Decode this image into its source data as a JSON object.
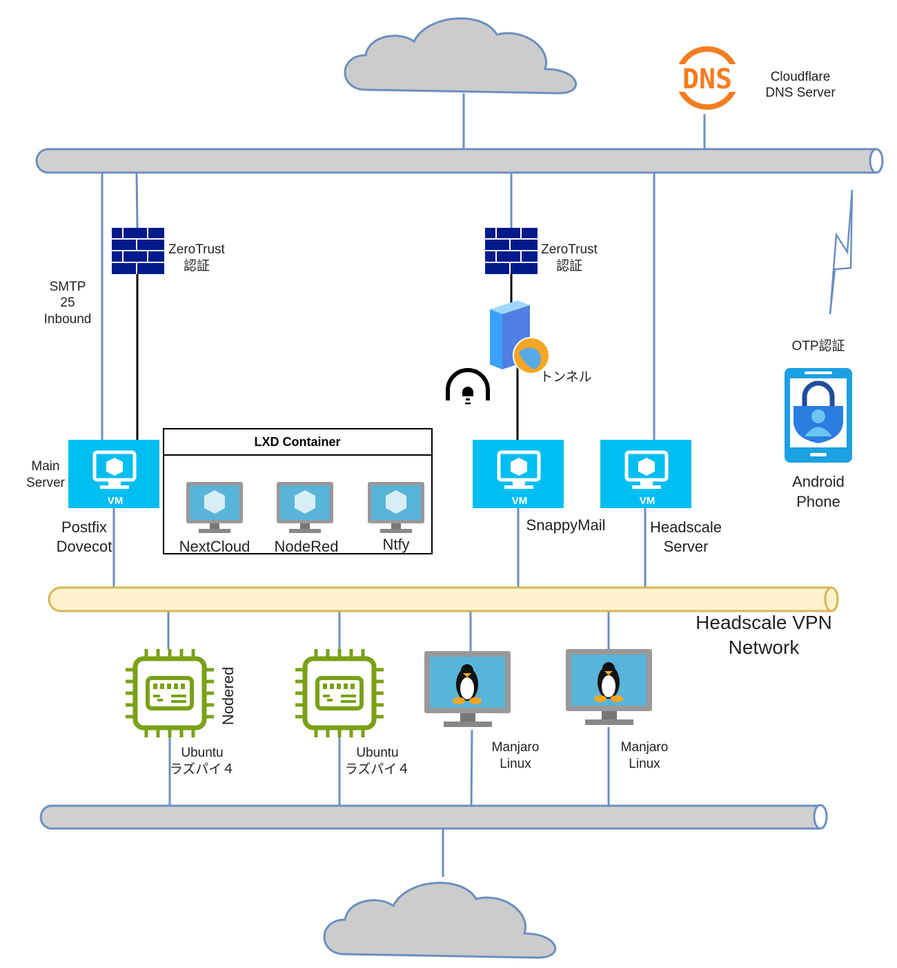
{
  "labels": {
    "dns_icon_text": "DNS",
    "cloudflare": [
      "Cloudflare",
      "DNS Server"
    ],
    "smtp": [
      "SMTP",
      "25",
      "Inbound"
    ],
    "zerotrust_left": [
      "ZeroTrust",
      "認証"
    ],
    "zerotrust_right": [
      "ZeroTrust",
      "認証"
    ],
    "tunnel": "トンネル",
    "otp": "OTP認証",
    "android": [
      "Android",
      "Phone"
    ],
    "main_server": [
      "Main",
      "Server"
    ],
    "postfix": [
      "Postfix",
      "Dovecot"
    ],
    "snappymail": "SnappyMail",
    "headscale_server": [
      "Headscale",
      "Server"
    ],
    "vm": "VM",
    "lxd_title": "LXD Container",
    "containers": [
      "NextCloud",
      "NodeRed",
      "Ntfy"
    ],
    "vpn_network": [
      "Headscale VPN",
      "Network"
    ],
    "nodered_vertical": "Nodered",
    "ubuntu1": [
      "Ubuntu",
      "ラズパイ４"
    ],
    "ubuntu2": [
      "Ubuntu",
      "ラズパイ４"
    ],
    "manjaro1": [
      "Manjaro",
      "Linux"
    ],
    "manjaro2": [
      "Manjaro",
      "Linux"
    ]
  },
  "colors": {
    "vm": "#00bef2",
    "firewall": "#001a8c",
    "dns": "#f47c20",
    "phone": "#1ba1e2",
    "chip": "#7aa116",
    "vpn_pipe": "#fff2cc",
    "pipe": "#d0d0d0"
  },
  "icons": [
    "cloud-icon",
    "dns-icon",
    "firewall-icon",
    "web-server-icon",
    "tunnel-icon",
    "vm-icon",
    "monitor-icon",
    "chip-icon",
    "linux-monitor-icon",
    "android-phone-icon",
    "lightning-icon"
  ]
}
